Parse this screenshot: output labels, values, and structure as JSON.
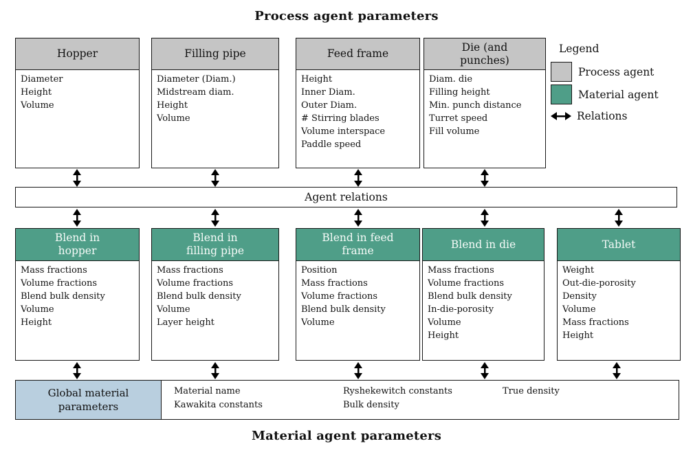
{
  "titles": {
    "top": "Process agent parameters",
    "bottom": "Material agent parameters"
  },
  "process_agents": [
    {
      "name": "Hopper",
      "params": [
        "Diameter",
        "Height",
        "Volume"
      ]
    },
    {
      "name": "Filling pipe",
      "params": [
        "Diameter (Diam.)",
        "Midstream diam.",
        "Height",
        "Volume"
      ]
    },
    {
      "name": "Feed frame",
      "params": [
        "Height",
        "Inner Diam.",
        "Outer Diam.",
        "# Stirring blades",
        "Volume interspace",
        "Paddle speed"
      ]
    },
    {
      "name": "Die (and punches)",
      "params": [
        "Diam. die",
        "Filling height",
        "Min. punch distance",
        "Turret speed",
        "Fill volume"
      ]
    }
  ],
  "agent_relations_label": "Agent relations",
  "material_agents": [
    {
      "name": "Blend in hopper",
      "params": [
        "Mass fractions",
        "Volume fractions",
        "Blend bulk density",
        "Volume",
        "Height"
      ]
    },
    {
      "name": "Blend in filling pipe",
      "params": [
        "Mass fractions",
        "Volume fractions",
        "Blend bulk density",
        "Volume",
        "Layer height"
      ]
    },
    {
      "name": "Blend in feed frame",
      "params": [
        "Position",
        "Mass fractions",
        "Volume fractions",
        "Blend bulk density",
        "Volume"
      ]
    },
    {
      "name": "Blend in die",
      "params": [
        "Mass fractions",
        "Volume fractions",
        "Blend bulk density",
        "In-die-porosity",
        "Volume",
        "Height"
      ]
    },
    {
      "name": "Tablet",
      "params": [
        "Weight",
        "Out-die-porosity",
        "Density",
        "Volume",
        "Mass fractions",
        "Height"
      ]
    }
  ],
  "global_material": {
    "label": "Global material parameters",
    "columns": [
      [
        "Material name",
        "Kawakita constants"
      ],
      [
        "Ryshekewitch constants",
        "Bulk density"
      ],
      [
        "True density"
      ]
    ]
  },
  "legend": {
    "title": "Legend",
    "process_label": "Process agent",
    "material_label": "Material agent",
    "relations_label": "Relations"
  },
  "colors": {
    "process_agent": "#c5c5c5",
    "material_agent": "#4f9e88",
    "global_material": "#b9cfdf",
    "relation_arrow": "#000000"
  }
}
